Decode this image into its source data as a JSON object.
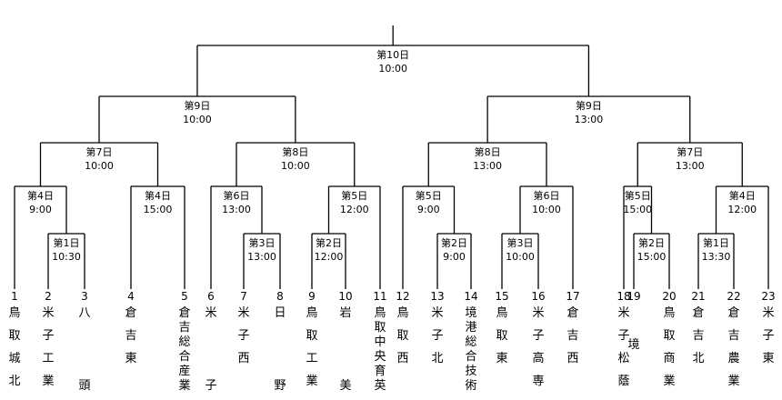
{
  "teams": [
    {
      "no": "1",
      "name": "鳥取城北"
    },
    {
      "no": "2",
      "name": "米子工業"
    },
    {
      "no": "3",
      "name": "八頭"
    },
    {
      "no": "4",
      "name": "倉吉東"
    },
    {
      "no": "5",
      "name": "倉吉総合産業"
    },
    {
      "no": "6",
      "name": "米子"
    },
    {
      "no": "7",
      "name": "米子西"
    },
    {
      "no": "8",
      "name": "日野"
    },
    {
      "no": "9",
      "name": "鳥取工業"
    },
    {
      "no": "10",
      "name": "岩美"
    },
    {
      "no": "11",
      "name": "鳥取中央育英"
    },
    {
      "no": "12",
      "name": "鳥取西"
    },
    {
      "no": "13",
      "name": "米子北"
    },
    {
      "no": "14",
      "name": "境港総合技術"
    },
    {
      "no": "15",
      "name": "鳥取東"
    },
    {
      "no": "16",
      "name": "米子高専"
    },
    {
      "no": "17",
      "name": "倉吉西"
    },
    {
      "no": "18",
      "name": "米子松蔭"
    },
    {
      "no": "19",
      "name": "境"
    },
    {
      "no": "20",
      "name": "鳥取商業"
    },
    {
      "no": "21",
      "name": "倉吉北"
    },
    {
      "no": "22",
      "name": "倉吉農業"
    },
    {
      "no": "23",
      "name": "米子東"
    }
  ],
  "matches": {
    "r1a": {
      "day": "第1日",
      "time": "10:30"
    },
    "r4a": {
      "day": "第4日",
      "time": "9:00"
    },
    "r4b": {
      "day": "第4日",
      "time": "15:00"
    },
    "r3a": {
      "day": "第3日",
      "time": "13:00"
    },
    "r6a": {
      "day": "第6日",
      "time": "13:00"
    },
    "r2a": {
      "day": "第2日",
      "time": "12:00"
    },
    "r5a": {
      "day": "第5日",
      "time": "12:00"
    },
    "r2b": {
      "day": "第2日",
      "time": "9:00"
    },
    "r5b": {
      "day": "第5日",
      "time": "9:00"
    },
    "r3b": {
      "day": "第3日",
      "time": "10:00"
    },
    "r6b": {
      "day": "第6日",
      "time": "10:00"
    },
    "r2c": {
      "day": "第2日",
      "time": "15:00"
    },
    "r5c": {
      "day": "第5日",
      "time": "15:00"
    },
    "r1b": {
      "day": "第1日",
      "time": "13:30"
    },
    "r4c": {
      "day": "第4日",
      "time": "12:00"
    },
    "qfA": {
      "day": "第7日",
      "time": "10:00"
    },
    "qfB": {
      "day": "第8日",
      "time": "10:00"
    },
    "qfC": {
      "day": "第8日",
      "time": "13:00"
    },
    "qfD": {
      "day": "第7日",
      "time": "13:00"
    },
    "sfL": {
      "day": "第9日",
      "time": "10:00"
    },
    "sfR": {
      "day": "第9日",
      "time": "13:00"
    },
    "final": {
      "day": "第10日",
      "time": "10:00"
    }
  }
}
